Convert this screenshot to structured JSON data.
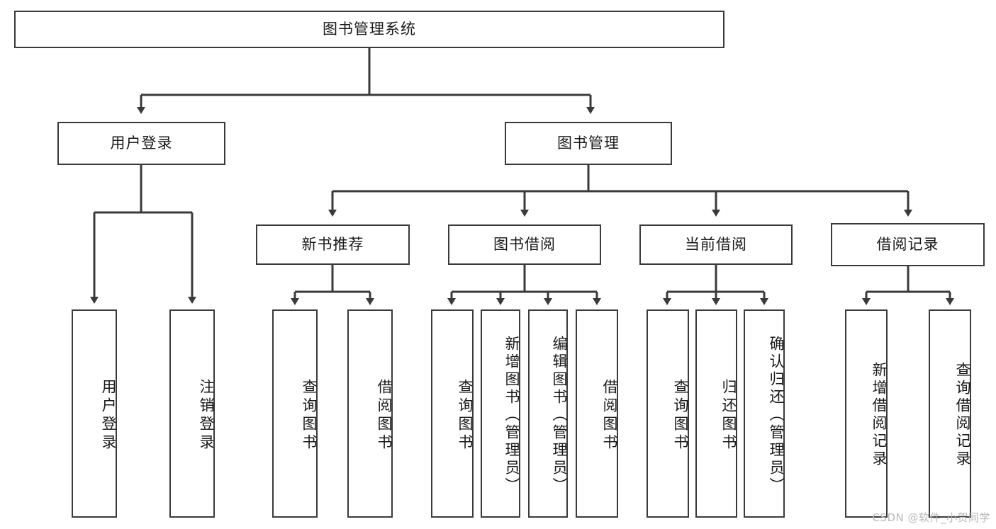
{
  "diagram": {
    "title_node": {
      "label": "图书管理系统"
    },
    "level2": [
      {
        "id": "user-login",
        "label": "用户登录"
      },
      {
        "id": "book-management",
        "label": "图书管理"
      }
    ],
    "level3": [
      {
        "id": "new-book-recommend",
        "label": "新书推荐"
      },
      {
        "id": "book-borrow",
        "label": "图书借阅"
      },
      {
        "id": "current-borrow",
        "label": "当前借阅"
      },
      {
        "id": "borrow-record",
        "label": "借阅记录"
      }
    ],
    "leaves": {
      "user_login": [
        {
          "id": "leaf-user-login",
          "label": "用户登录"
        },
        {
          "id": "leaf-logout-login",
          "label": "注销登录"
        }
      ],
      "new_book_recommend": [
        {
          "id": "leaf-query-book-1",
          "label": "查询图书"
        },
        {
          "id": "leaf-borrow-book-1",
          "label": "借阅图书"
        }
      ],
      "book_borrow": [
        {
          "id": "leaf-query-book-2",
          "label": "查询图书"
        },
        {
          "id": "leaf-add-book",
          "label": "新增图书（管理员）"
        },
        {
          "id": "leaf-edit-book",
          "label": "编辑图书（管理员）"
        },
        {
          "id": "leaf-borrow-book-2",
          "label": "借阅图书"
        }
      ],
      "current_borrow": [
        {
          "id": "leaf-query-book-3",
          "label": "查询图书"
        },
        {
          "id": "leaf-return-book",
          "label": "归还图书"
        },
        {
          "id": "leaf-confirm-return",
          "label": "确认归还（管理员）"
        }
      ],
      "borrow_record": [
        {
          "id": "leaf-add-record",
          "label": "新增借阅记录"
        },
        {
          "id": "leaf-query-record",
          "label": "查询借阅记录"
        }
      ]
    }
  },
  "watermark": {
    "text": "CSDN @软件_小贺同学"
  },
  "colors": {
    "stroke": "#3a3a3a",
    "fill": "#ffffff",
    "text": "#1a1a1a",
    "watermark": "#b9b9b9"
  }
}
